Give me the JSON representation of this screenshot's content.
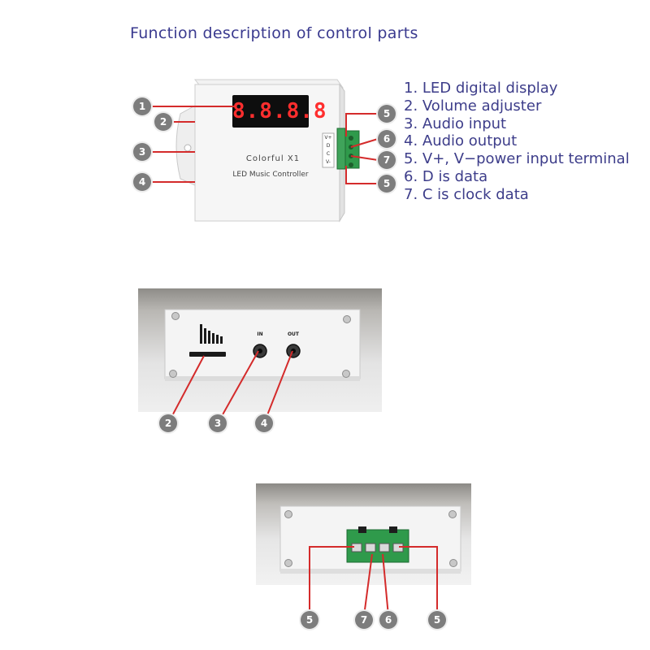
{
  "title": "Function description of control parts",
  "legend": [
    "1. LED digital display",
    "2. Volume adjuster",
    "3. Audio input",
    "4. Audio output",
    "5. V+, V−power input terminal",
    "6. D is data",
    "7. C is clock data"
  ],
  "device": {
    "display": "8.8.8.8",
    "model_line1": "Colorful X1",
    "model_line2": "LED Music Controller",
    "terminal_labels": [
      "V+",
      "D",
      "C",
      "V-"
    ],
    "jack_in": "IN",
    "jack_out": "OUT"
  },
  "badges": {
    "top": [
      "1",
      "2",
      "3",
      "4",
      "5",
      "6",
      "7",
      "5"
    ],
    "middle": [
      "2",
      "3",
      "4"
    ],
    "bottom": [
      "5",
      "7",
      "6",
      "5"
    ]
  },
  "colors": {
    "callout_line": "#d42b2b",
    "title_text": "#3a3a8f",
    "badge": "#7d7d7d"
  }
}
